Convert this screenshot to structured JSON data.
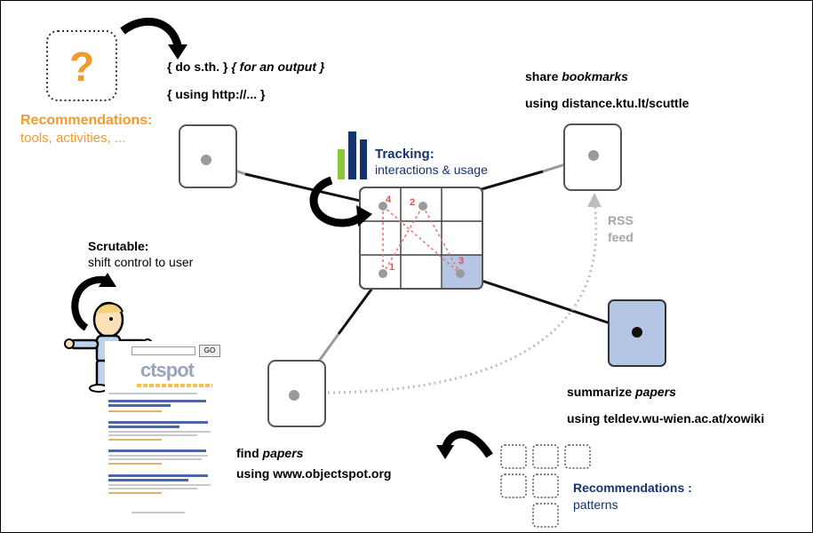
{
  "recommendations_tools": {
    "title": "Recommendations:",
    "subtitle": "tools, activities, ..."
  },
  "do_something": {
    "line1_a": "{ do s.th. }",
    "line1_b": "{ for an output }",
    "line2": "{ using http://... }"
  },
  "question_mark": "?",
  "share_bookmarks": {
    "line1_a": "share ",
    "line1_b": "bookmarks",
    "line2": "using distance.ktu.lt/scuttle"
  },
  "tracking": {
    "title": "Tracking:",
    "subtitle": "interactions & usage"
  },
  "rss": {
    "line1": "RSS",
    "line2": "feed"
  },
  "scrutable": {
    "title": "Scrutable:",
    "subtitle": "shift control to user"
  },
  "grid_numbers": [
    "4",
    "2",
    "1",
    "3"
  ],
  "summarize_papers": {
    "line1_a": "summarize ",
    "line1_b": "papers",
    "line2": "using teldev.wu-wien.ac.at/xowiki"
  },
  "find_papers": {
    "line1_a": "find ",
    "line1_b": "papers",
    "line2": "using www.objectspot.org"
  },
  "recommendations_patterns": {
    "title": "Recommendations :",
    "subtitle": "patterns"
  },
  "search_page": {
    "button": "GO",
    "logo": "ctspot"
  },
  "colors": {
    "orange": "#f39a2b",
    "navy": "#15336e",
    "highlight_cell": "#b4c6e4",
    "trail_red": "#e8736a",
    "bar_green": "#8dc63f",
    "bar_navy": "#15336e"
  }
}
